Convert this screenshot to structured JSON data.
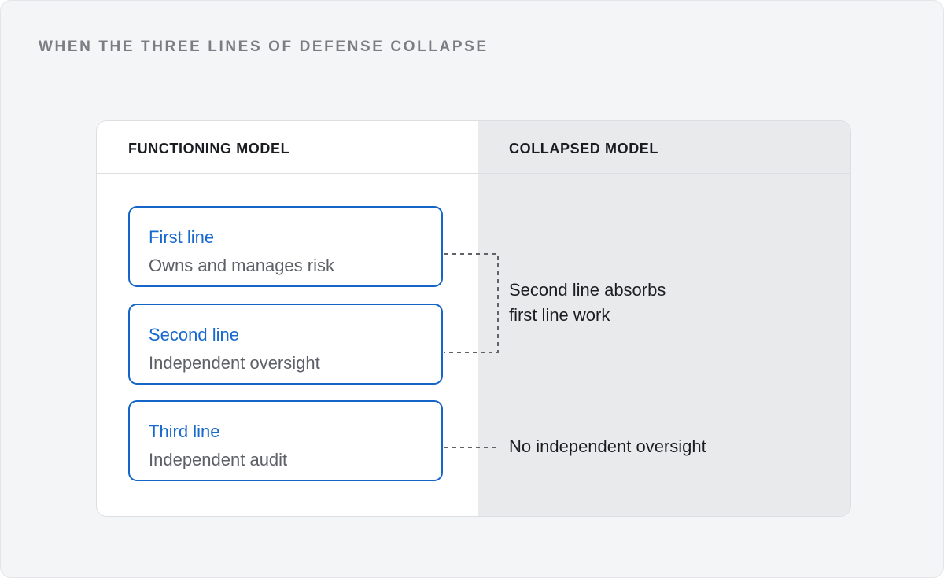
{
  "title": "WHEN THE THREE LINES OF DEFENSE COLLAPSE",
  "columns": {
    "left_header": "FUNCTIONING MODEL",
    "right_header": "COLLAPSED MODEL"
  },
  "lines": [
    {
      "title": "First line",
      "desc": "Owns and manages risk"
    },
    {
      "title": "Second line",
      "desc": "Independent oversight"
    },
    {
      "title": "Third line",
      "desc": "Independent audit"
    }
  ],
  "effects": {
    "absorb_line1": "Second line absorbs",
    "absorb_line2": "first line work",
    "no_oversight": "No independent oversight"
  },
  "colors": {
    "accent": "#1565c8",
    "connector": "#5f6368",
    "collapsed_bg": "#e9eaec"
  }
}
